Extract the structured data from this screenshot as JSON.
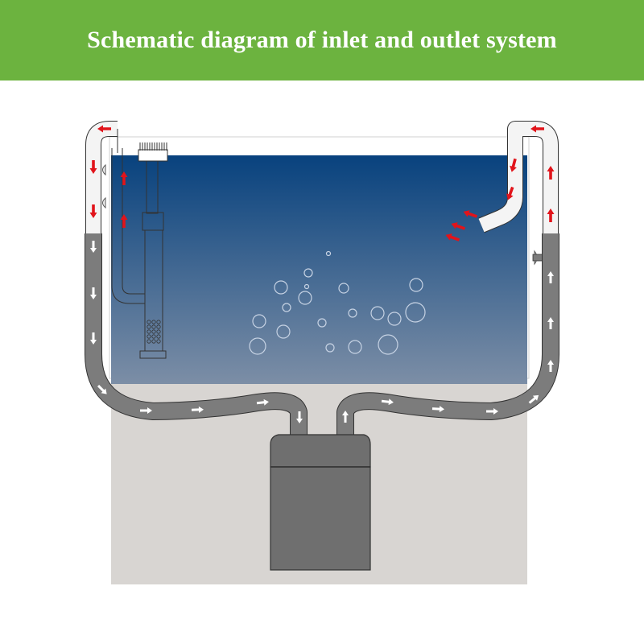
{
  "title": "Schematic diagram of inlet and outlet system",
  "colors": {
    "banner": "#6cb33f",
    "water_top": "#08427e",
    "water_bottom": "#7c8ea6",
    "cabinet": "#d8d5d2",
    "pipe_water": "#7c7c7c",
    "pipe_air": "#f4f4f4",
    "filter": "#6f6f6f",
    "arrow_red": "#e1141b",
    "arrow_white": "#ffffff",
    "bubble": "#c7d3e4"
  },
  "flow": {
    "left_pipe": "inlet",
    "right_pipe": "outlet",
    "device": "canister-filter"
  },
  "icons": [
    "red-arrow-icon",
    "white-arrow-icon",
    "bubble-icon"
  ]
}
